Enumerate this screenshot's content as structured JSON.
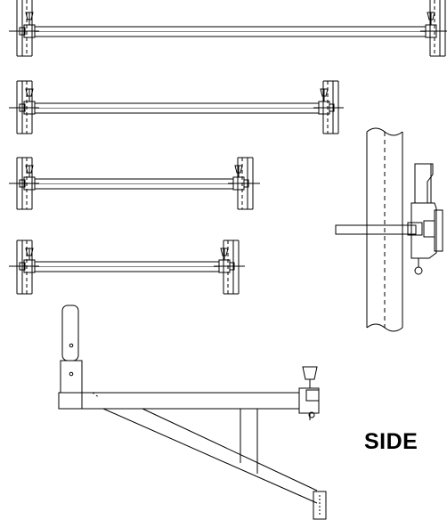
{
  "label": {
    "side": "SIDE"
  },
  "colors": {
    "line": "#000000",
    "background": "#ffffff"
  },
  "diagram": {
    "ledgers": [
      "ledger-1",
      "ledger-2",
      "ledger-3",
      "ledger-4"
    ],
    "components": [
      "side-bracket",
      "coupler-side-view"
    ]
  }
}
